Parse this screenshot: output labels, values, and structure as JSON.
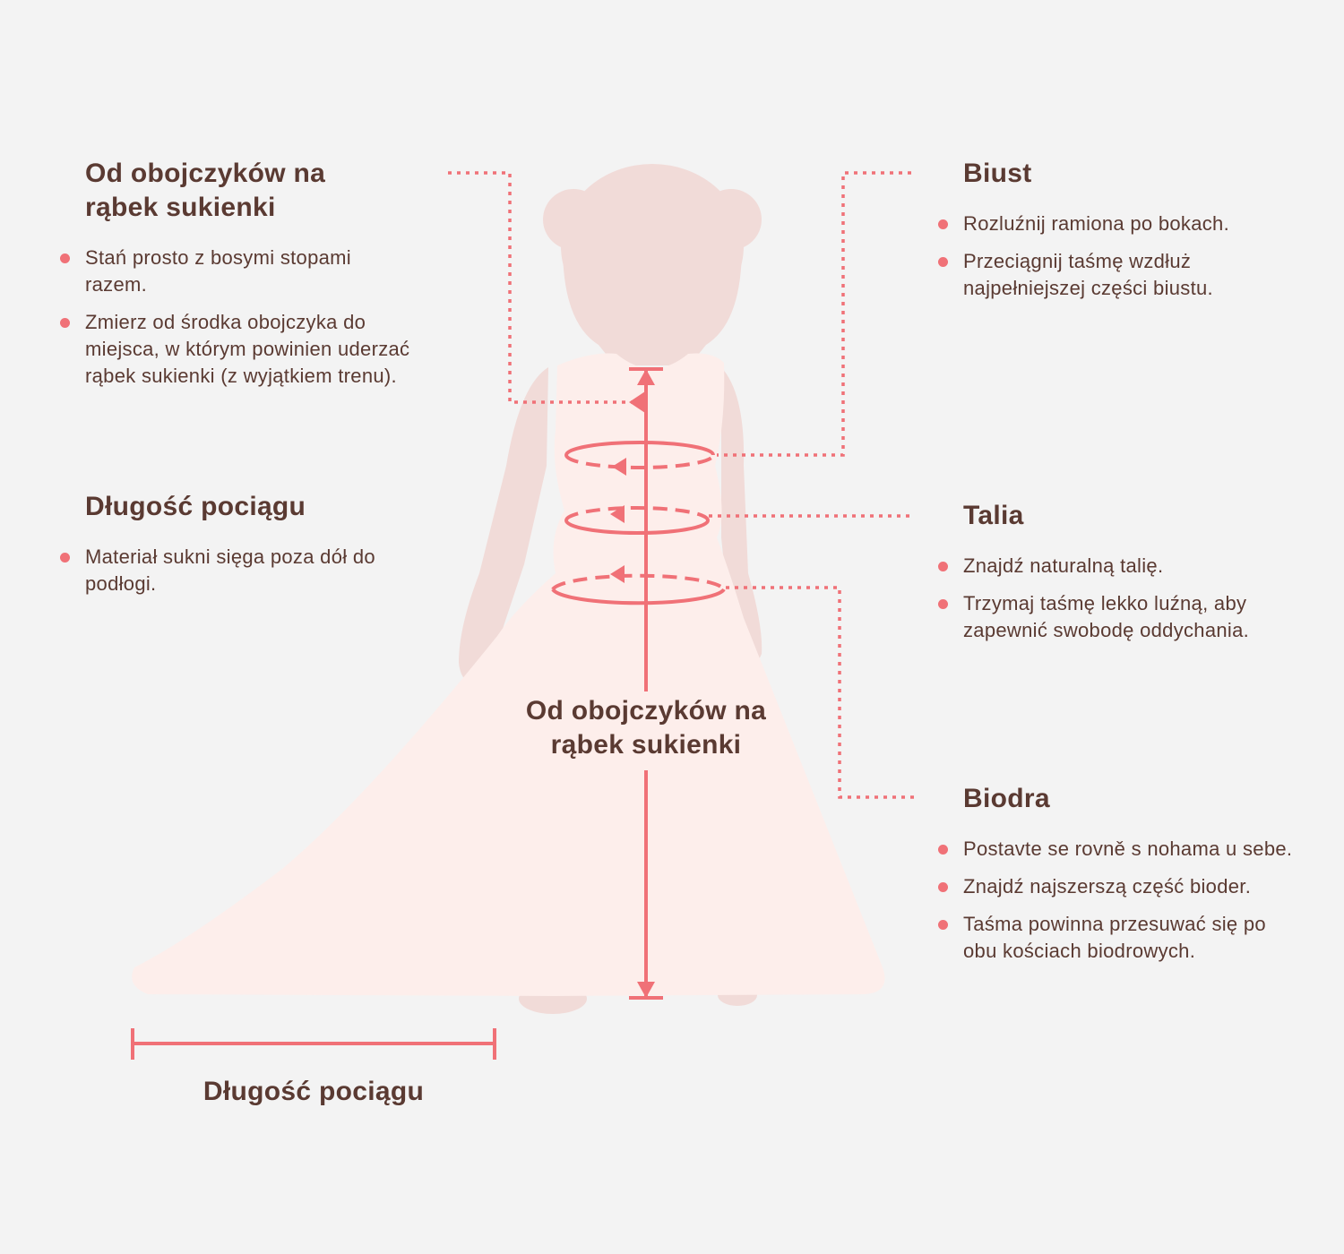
{
  "colors": {
    "background": "#f3f3f3",
    "silhouette_skin": "#f1dbd8",
    "silhouette_dress": "#fdeeeb",
    "accent": "#f07177",
    "text": "#5a3a32"
  },
  "sections": {
    "shoulder_to_hem": {
      "title_line1": "Od obojczyków na",
      "title_line2": "rąbek sukienki",
      "items": [
        "Stań prosto z bosymi stopami razem.",
        "Zmierz od środka obojczyka do miejsca, w którym powinien uderzać rąbek sukienki (z wyjątkiem trenu)."
      ]
    },
    "train_length": {
      "title": "Długość pociągu",
      "items": [
        "Materiał sukni sięga poza dół do podłogi."
      ]
    },
    "bust": {
      "title": "Biust",
      "items": [
        "Rozluźnij ramiona po bokach.",
        "Przeciągnij taśmę wzdłuż najpełniejszej części biustu."
      ]
    },
    "waist": {
      "title": "Talia",
      "items": [
        "Znajdź naturalną talię.",
        "Trzymaj taśmę lekko luźną, aby zapewnić swobodę oddychania."
      ]
    },
    "hips": {
      "title": "Biodra",
      "items": [
        "Postavte se rovně s nohama u sebe.",
        "Znajdź najszerszą część bioder.",
        "Taśma powinna przesuwać się po obu kościach biodrowych."
      ]
    }
  },
  "diagram_labels": {
    "center_line1": "Od obojczyków na",
    "center_line2": "rąbek sukienki",
    "train": "Długość pociągu"
  }
}
